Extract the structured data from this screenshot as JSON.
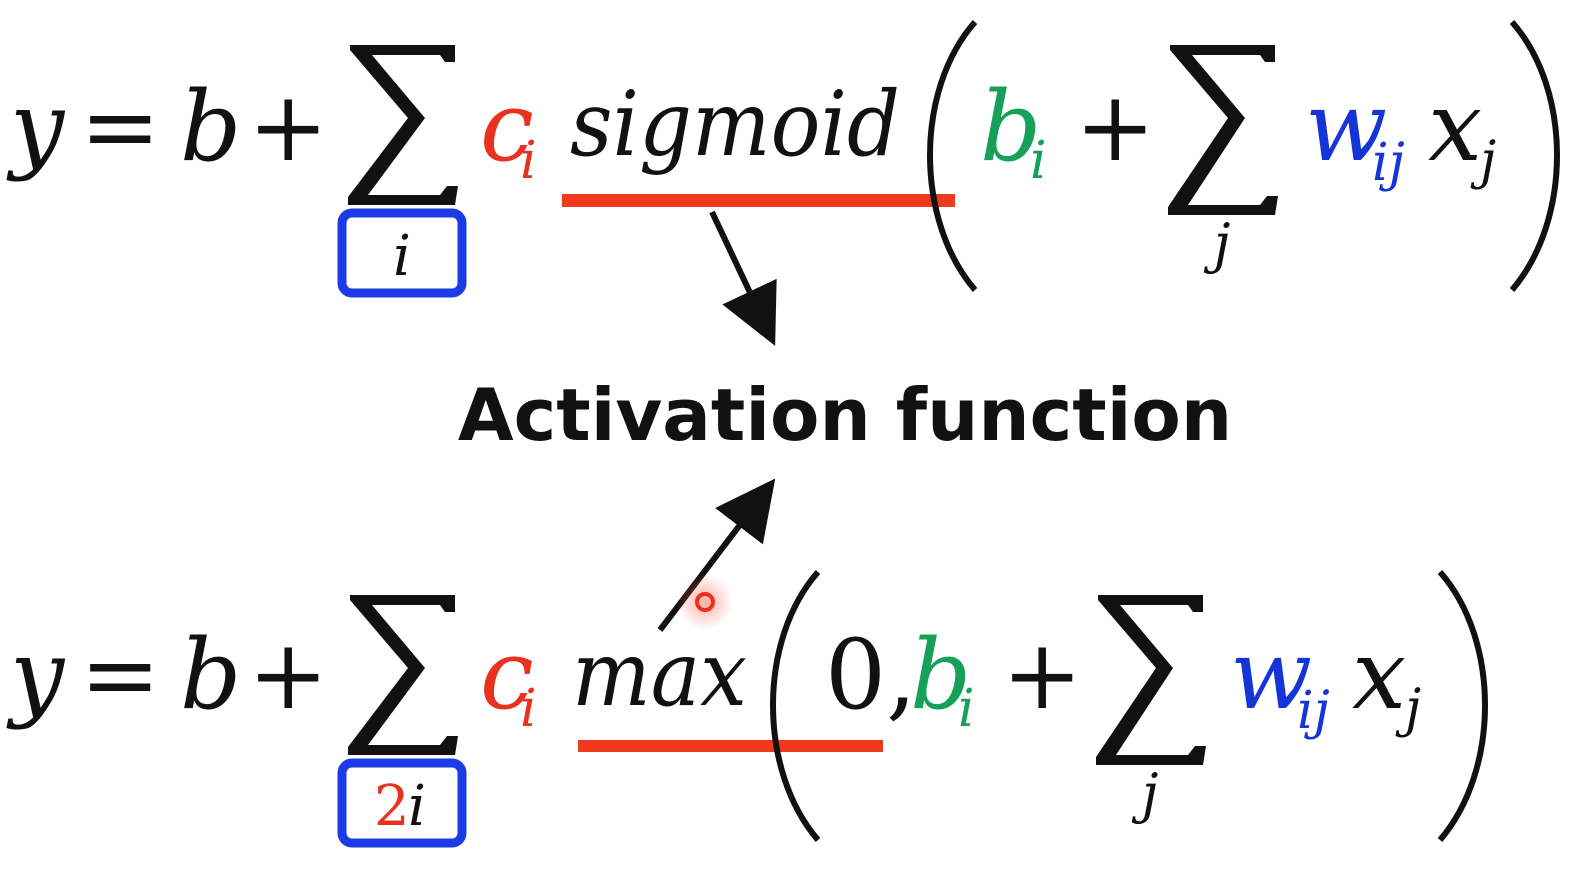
{
  "colors": {
    "text": "#111111",
    "red": "#e8311e",
    "green": "#16a05a",
    "blue": "#1635d8",
    "box": "#1a3be6",
    "underline": "#f03a1c"
  },
  "equation_top": {
    "y": "y",
    "eq": "=",
    "b": "b",
    "plus": "+",
    "sum_index": "i",
    "c": "c",
    "c_sub": "i",
    "func": "sigmoid",
    "bi": "b",
    "bi_sub": "i",
    "plus2": "+",
    "inner_index": "j",
    "w": "w",
    "w_sub": "ij",
    "x": "x",
    "x_sub": "j"
  },
  "label": {
    "text": "Activation function"
  },
  "equation_bottom": {
    "y": "y",
    "eq": "=",
    "b": "b",
    "plus": "+",
    "sum_index_prefix": "2",
    "sum_index": "i",
    "c": "c",
    "c_sub": "i",
    "func": "max",
    "zero": "0,",
    "bi": "b",
    "bi_sub": "i",
    "plus2": "+",
    "inner_index": "j",
    "w": "w",
    "w_sub": "ij",
    "x": "x",
    "x_sub": "j"
  }
}
